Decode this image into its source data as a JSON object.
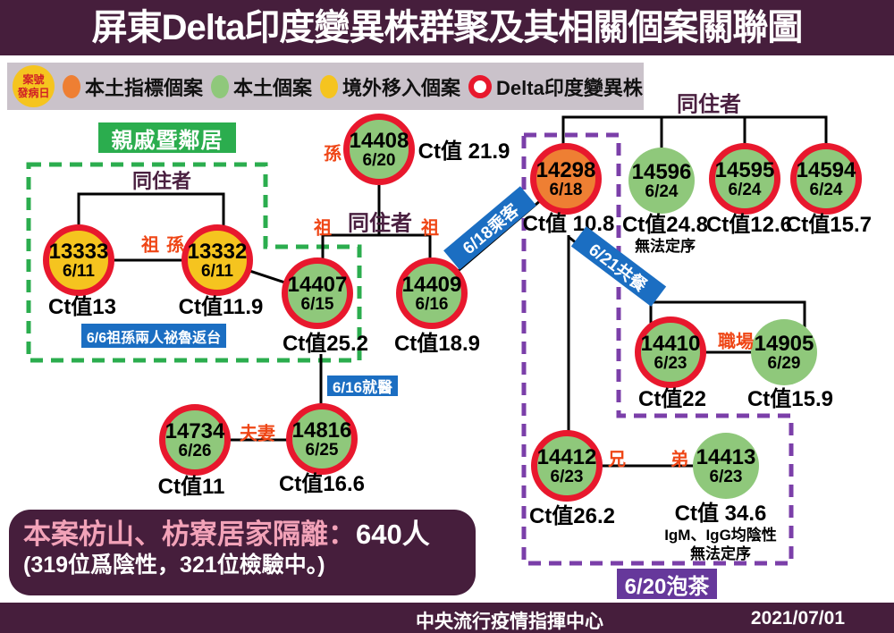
{
  "title": "屏東Delta印度變異株群聚及其相關個案關聯圖",
  "legend": {
    "badge_line1": "案號",
    "badge_line2": "發病日",
    "items": [
      {
        "type": "local-index",
        "label": "本土指標個案"
      },
      {
        "type": "local",
        "label": "本土個案"
      },
      {
        "type": "imported",
        "label": "境外移入個案"
      },
      {
        "type": "delta",
        "label": "Delta印度變異株"
      }
    ]
  },
  "colors": {
    "header_bg": "#461e3c",
    "legend_bg": "#cac2ca",
    "local_index": "#ee7f33",
    "local": "#8fc87b",
    "imported": "#f5c41f",
    "delta_ring": "#e8182d",
    "green_accent": "#2bad4e",
    "blue_tag": "#1b6ec2",
    "purple_dashed": "#7b3fa9",
    "purple_tag": "#66389b",
    "relation_text": "#ef4616",
    "cohabit_text": "#4a2040",
    "summary_pink": "#f2a2b8"
  },
  "group_labels": {
    "relatives": "親戚暨鄰居",
    "cohabit_left": "同住者",
    "cohabit_mid": "同住者",
    "cohabit_right": "同住者"
  },
  "nodes": [
    {
      "id": "13333",
      "date": "6/11",
      "ct": "Ct值13",
      "type": "imported",
      "delta": true
    },
    {
      "id": "13332",
      "date": "6/11",
      "ct": "Ct值11.9",
      "type": "imported",
      "delta": true
    },
    {
      "id": "14408",
      "date": "6/20",
      "ct": "Ct值 21.9",
      "type": "local",
      "delta": true
    },
    {
      "id": "14407",
      "date": "6/15",
      "ct": "Ct值25.2",
      "type": "local",
      "delta": true
    },
    {
      "id": "14409",
      "date": "6/16",
      "ct": "Ct值18.9",
      "type": "local",
      "delta": true
    },
    {
      "id": "14298",
      "date": "6/18",
      "ct": "Ct值 10.8",
      "type": "local-index",
      "delta": true
    },
    {
      "id": "14596",
      "date": "6/24",
      "ct": "Ct值24.8",
      "notes": [
        "無法定序"
      ],
      "type": "local",
      "delta": false
    },
    {
      "id": "14595",
      "date": "6/24",
      "ct": "Ct值12.6",
      "type": "local",
      "delta": true
    },
    {
      "id": "14594",
      "date": "6/24",
      "ct": "Ct值15.7",
      "type": "local",
      "delta": true
    },
    {
      "id": "14410",
      "date": "6/23",
      "ct": "Ct值22",
      "type": "local",
      "delta": true
    },
    {
      "id": "14905",
      "date": "6/29",
      "ct": "Ct值15.9",
      "type": "local",
      "delta": false
    },
    {
      "id": "14734",
      "date": "6/26",
      "ct": "Ct值11",
      "type": "local",
      "delta": true
    },
    {
      "id": "14816",
      "date": "6/25",
      "ct": "Ct值16.6",
      "type": "local",
      "delta": true
    },
    {
      "id": "14412",
      "date": "6/23",
      "ct": "Ct值26.2",
      "type": "local",
      "delta": true
    },
    {
      "id": "14413",
      "date": "6/23",
      "ct": "Ct值 34.6",
      "notes": [
        "IgM、IgG均陰性",
        "無法定序"
      ],
      "type": "local",
      "delta": false
    }
  ],
  "relation_labels": [
    "祖",
    "孫",
    "孫",
    "祖",
    "祖",
    "夫妻",
    "兄",
    "弟",
    "職場"
  ],
  "event_tags": {
    "peru": "6/6祖孫兩人祕魯返台",
    "hospital": "6/16就醫",
    "passenger": "6/18乘客",
    "meal": "6/21共餐",
    "tea": "6/20泡茶"
  },
  "summary": {
    "line1_highlight": "本案枋山、枋寮居家隔離：",
    "line1_rest": "640人",
    "line2": "(319位爲陰性，321位檢驗中。)"
  },
  "footer": {
    "center": "中央流行疫情指揮中心",
    "right": "2021/07/01"
  }
}
